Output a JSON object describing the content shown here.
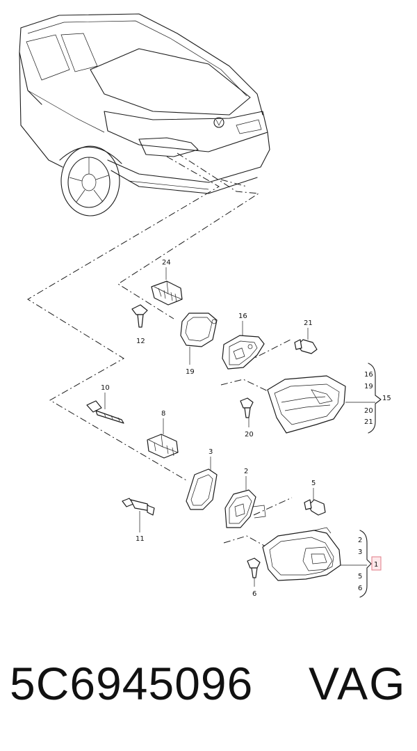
{
  "diagram": {
    "callouts": {
      "c24": "24",
      "c12": "12",
      "c19": "19",
      "c16": "16",
      "c21": "21",
      "c10": "10",
      "c8": "8",
      "c20": "20",
      "c15": "15",
      "c3": "3",
      "c2": "2",
      "c5": "5",
      "c11": "11",
      "c6": "6",
      "c1": "1"
    },
    "bracket_upper": [
      "16",
      "19",
      "20",
      "21"
    ],
    "bracket_lower": [
      "2",
      "3",
      "5",
      "6"
    ],
    "highlight_color": "#e07a86"
  },
  "footer": {
    "part_number": "5C6945096",
    "brand": "VAG"
  }
}
